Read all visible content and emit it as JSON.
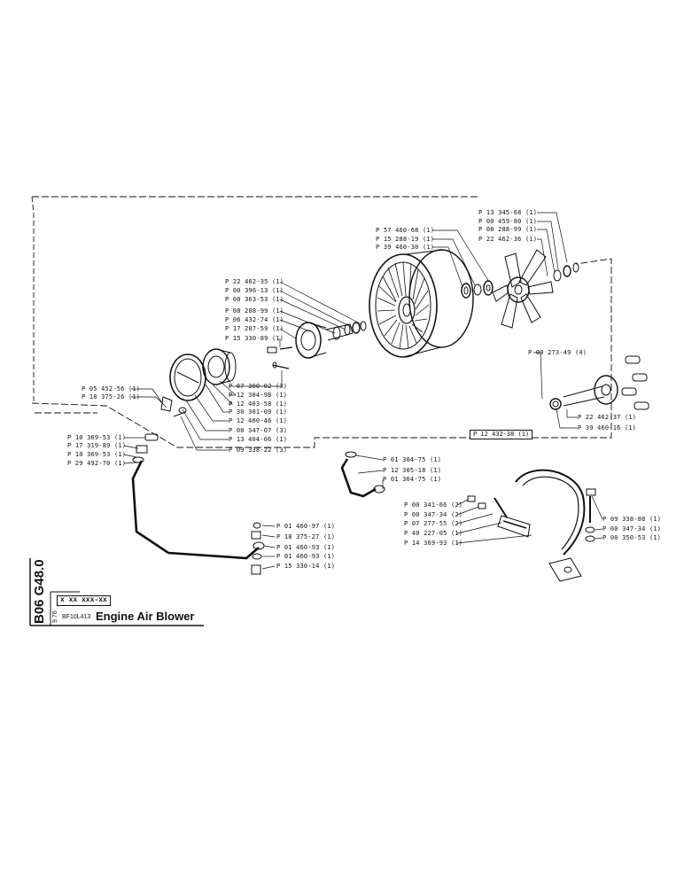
{
  "title_block": {
    "drawing_code": "B06 G48.0",
    "serial_range": "x xx xxx-xx",
    "date_code": "9.76",
    "model": "BF10L413",
    "title": "Engine Air Blower"
  },
  "callouts": {
    "c01": "P 13 345-68 (1)",
    "c02": "P 00 459-80 (1)",
    "c03": "P 08 288-99 (1)",
    "c04": "P 22 462-36 (1)",
    "c05": "P 57 460-68 (1)",
    "c06": "P 15 288-19 (1)",
    "c07": "P 39 460-30 (1)",
    "c08": "P 22 462-35 (1)",
    "c09": "P 00 396-13 (1)",
    "c10": "P 00 363-53 (1)",
    "c11": "P 08 288-99 (1)",
    "c12": "P 06 432-74 (1)",
    "c13": "P 17 287-59 (1)",
    "c14": "P 15 330-89 (1)",
    "c15": "P 09 273-49 (4)",
    "c16": "P 07 300-02 (3)",
    "c17": "P 12 304-98 (1)",
    "c18": "P 12 403-58 (1)",
    "c19": "P 30 301-09 (1)",
    "c20": "P 12 460-46 (1)",
    "c21": "P 00 347-07 (3)",
    "c22": "P 13 404-06 (1)",
    "c23": "P 09 338-22 (3)",
    "c24": "P 05 452-56 (1)",
    "c25": "P 18 375-26 (1)",
    "c26": "P 22 462-37 (1)",
    "c27": "P 39 460-16 (1)",
    "c28": "P 12 432-38 (1)",
    "c29": "P 10 369-53 (1)",
    "c30": "P 17 319-89 (1)",
    "c31": "P 10 369-53 (1)",
    "c32": "P 29 492-70 (1)",
    "c33": "P 01 304-75 (1)",
    "c34": "P 12 305-18 (1)",
    "c35": "P 01 304-75 (1)",
    "c36": "P 00 341-66 (2)",
    "c37": "P 00 347-34 (2)",
    "c38": "P 07 277-55 (2)",
    "c39": "P 40 227-05 (1)",
    "c40": "P 14 369-93 (1)",
    "c41": "P 01 460-97 (1)",
    "c42": "P 18 375-27 (1)",
    "c43": "P 01 460-93 (1)",
    "c44": "P 01 460-93 (1)",
    "c45": "P 15 330-14 (1)",
    "c46": "P 09 338-88 (1)",
    "c47": "P 00 347-34 (1)",
    "c48": "P 00 350-53 (1)"
  }
}
